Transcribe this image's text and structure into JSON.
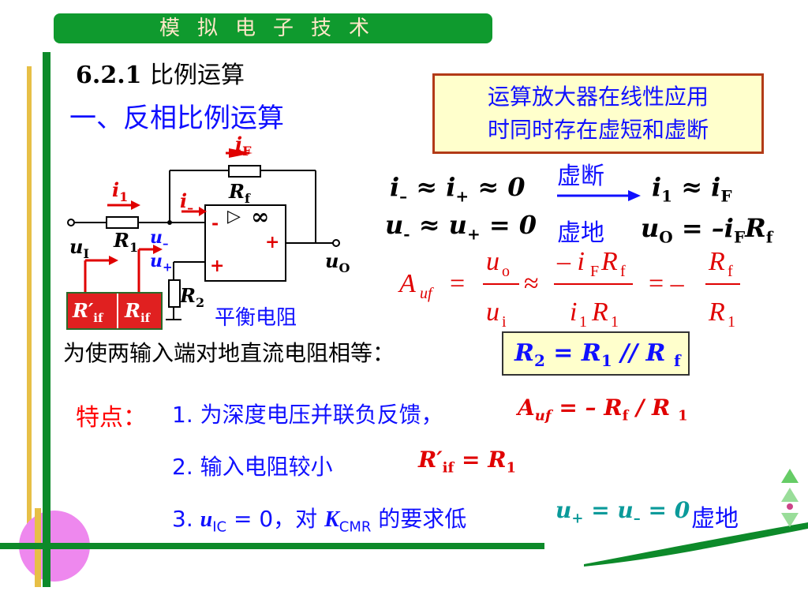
{
  "banner": {
    "title": "模拟电子技术"
  },
  "section": {
    "number": "6.2.1",
    "title": "比例运算"
  },
  "subsection": {
    "title": "一、反相比例运算"
  },
  "note": {
    "line1": "运算放大器在线性应用",
    "line2": "时同时存在虚短和虚断"
  },
  "labels": {
    "virtual_open": "虚断",
    "virtual_ground": "虚地",
    "balance_resistor": "平衡电阻",
    "equal_resistance": "为使两输入端对地直流电阻相等：",
    "features": "特点：",
    "feature1": "1. 为深度电压并联负反馈，",
    "feature2": "2. 输入电阻较小",
    "feature3_a": "3. ",
    "feature3_b": "，对 ",
    "feature3_c": " 的要求低",
    "virtual_ground2": "虚地"
  },
  "circuit": {
    "iF": "i",
    "iF_sub": "F",
    "i1": "i",
    "i1_sub": "1",
    "iminus": "i",
    "iminus_sub": "–",
    "Rf": "R",
    "Rf_sub": "f",
    "R1": "R",
    "R1_sub": "1",
    "R2": "R",
    "R2_sub": "2",
    "uI": "u",
    "uI_sub": "I",
    "uO": "u",
    "uO_sub": "O",
    "uminus": "u",
    "uminus_sub": "–",
    "uplus": "u",
    "uplus_sub": "+",
    "inf": "∞",
    "minus": "-",
    "plus": "+",
    "out_plus": "+",
    "tri": "▷",
    "R_prime_if": "R′",
    "R_prime_if_sub": "if",
    "R_if": "R",
    "R_if_sub": "if"
  },
  "colors": {
    "banner": "#0f9a2e",
    "bar_green": "#0d8a2a",
    "bar_yellow": "#e7bf46",
    "accent_red": "#ff0000",
    "accent_blue": "#1010ff",
    "circle": "#ee88ee",
    "note_bg": "#ffffcc"
  }
}
